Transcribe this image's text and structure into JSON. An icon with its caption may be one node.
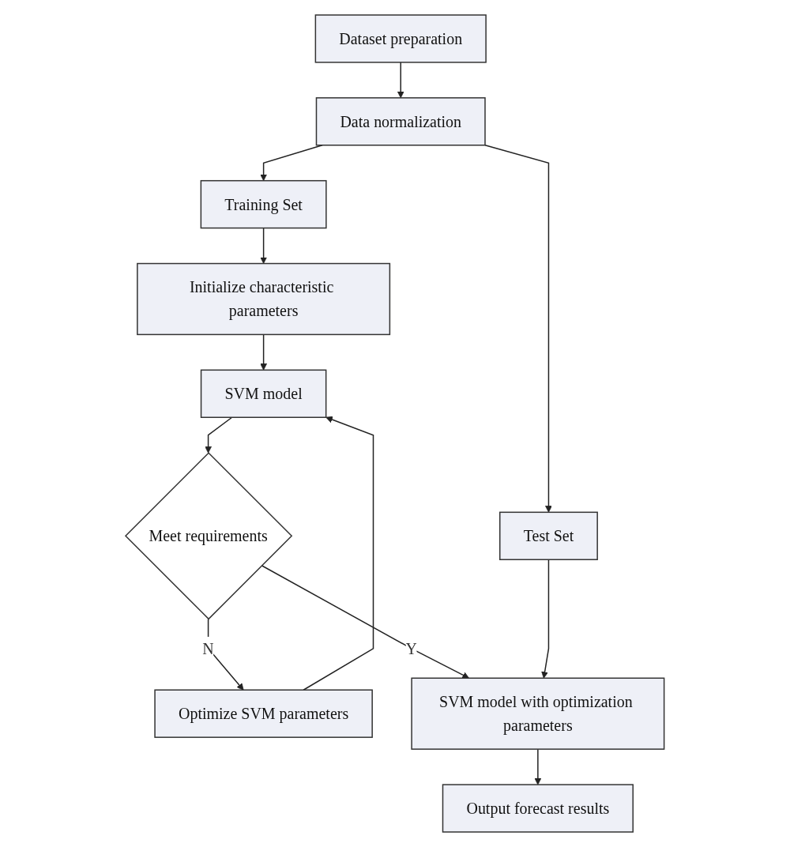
{
  "diagram": {
    "nodes": [
      {
        "text": [
          "Dataset preparation"
        ]
      },
      {
        "text": [
          "Data normalization"
        ]
      },
      {
        "text": [
          "Test Set"
        ]
      },
      {
        "text": [
          "Training Set"
        ]
      },
      {
        "text": [
          "Initialize characteristic parameters"
        ]
      },
      {
        "text": [
          "SVM model"
        ]
      },
      {
        "text": [
          "Meet requirements"
        ]
      },
      {
        "text": [
          "Optimize SVM parameters"
        ]
      },
      {
        "text": [
          "SVM model with optimization parameters"
        ]
      },
      {
        "text": [
          "Output forecast results"
        ]
      }
    ],
    "edges": [
      {
        "from": 0,
        "to": 1,
        "arrow": "to"
      },
      {
        "from": 1,
        "to": 2,
        "arrow": "to"
      },
      {
        "from": 1,
        "to": 3,
        "arrow": "to"
      },
      {
        "from": 3,
        "to": 4,
        "arrow": "to"
      },
      {
        "from": 4,
        "to": 5,
        "arrow": "to"
      },
      {
        "from": 5,
        "to": 6,
        "arrow": "to"
      },
      {
        "from": 6,
        "to": 7,
        "arrow": "to",
        "label": "N"
      },
      {
        "from": 7,
        "to": 5,
        "arrow": "to"
      },
      {
        "from": 6,
        "to": 8,
        "arrow": "to",
        "label": "Y"
      },
      {
        "from": 2,
        "to": 8,
        "arrow": "to"
      },
      {
        "from": 8,
        "to": 9,
        "arrow": "to"
      }
    ]
  }
}
